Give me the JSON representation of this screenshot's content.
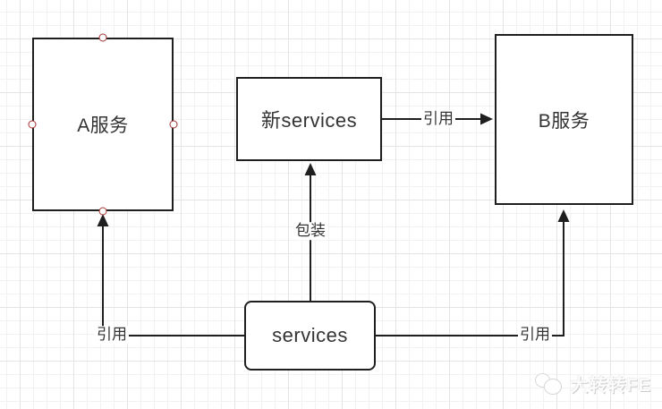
{
  "diagram": {
    "nodes": [
      {
        "id": "service-a",
        "label": "A服务",
        "shape": "rectangle",
        "selected": true
      },
      {
        "id": "new-services",
        "label": "新services",
        "shape": "rectangle",
        "selected": false
      },
      {
        "id": "service-b",
        "label": "B服务",
        "shape": "rectangle",
        "selected": false
      },
      {
        "id": "services",
        "label": "services",
        "shape": "rounded-rectangle",
        "selected": false
      }
    ],
    "edges": [
      {
        "from": "new-services",
        "to": "service-b",
        "label": "引用"
      },
      {
        "from": "services",
        "to": "new-services",
        "label": "包装"
      },
      {
        "from": "services",
        "to": "service-a",
        "label": "引用"
      },
      {
        "from": "services",
        "to": "service-b",
        "label": "引用"
      }
    ]
  },
  "watermark": {
    "text": "大转转FE"
  },
  "colors": {
    "background": "#ffffff",
    "grid_minor": "#f2f2f2",
    "grid_major": "#e4e4e4",
    "shape_border": "#1f1f1f",
    "shape_fill": "#ffffff",
    "text": "#333333",
    "edge": "#1f1f1f",
    "selection_handle": "#a33332",
    "watermark": "#d6d6d6"
  }
}
